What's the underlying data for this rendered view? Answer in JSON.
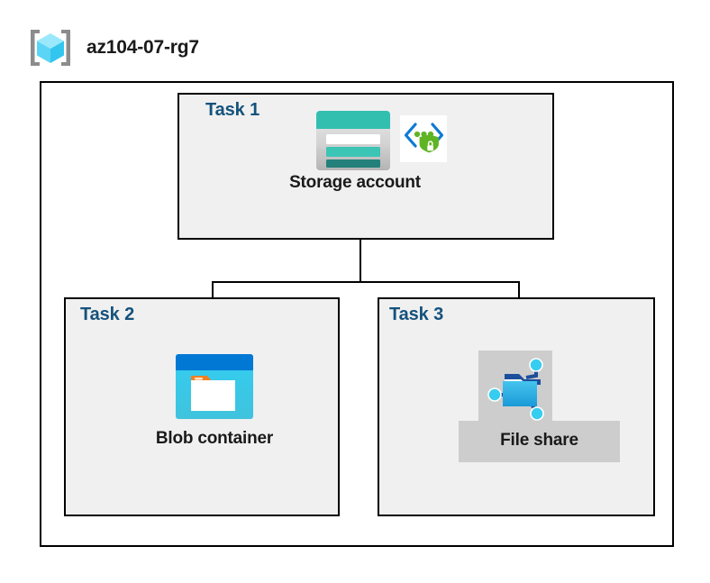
{
  "diagram": {
    "resource_group": {
      "name": "az104-07-rg7",
      "icon": "resource-group-cube-icon"
    },
    "tasks": [
      {
        "id": "task1",
        "label": "Task 1",
        "node_caption": "Storage account",
        "icons": [
          "storage-account-icon",
          "private-endpoint-icon"
        ],
        "highlighted": false
      },
      {
        "id": "task2",
        "label": "Task 2",
        "node_caption": "Blob container",
        "icons": [
          "blob-container-icon"
        ],
        "highlighted": false
      },
      {
        "id": "task3",
        "label": "Task 3",
        "node_caption": "File share",
        "icons": [
          "file-share-icon"
        ],
        "highlighted": true
      }
    ],
    "colors": {
      "task_label": "#14527c",
      "border": "#000000",
      "box_fill": "#f0f0f0",
      "canvas_fill": "#ffffff",
      "highlight_fill": "#cdcdcd",
      "caption_text": "#1a1a1a",
      "storage_teal": "#32bfb0",
      "storage_teal_dark": "#23807a",
      "blob_header_blue": "#0078d4",
      "blob_body_cyan": "#32c8f0",
      "blob_tab_orange": "#f28023",
      "fileshare_blue": "#32b5e5",
      "fileshare_node_cyan": "#37cdf0",
      "private_link_green": "#5fb424",
      "private_link_blue": "#0d7ad4",
      "rg_cube_cyan": "#6fe0fa",
      "rg_bracket_gray": "#8c8c8c"
    }
  }
}
